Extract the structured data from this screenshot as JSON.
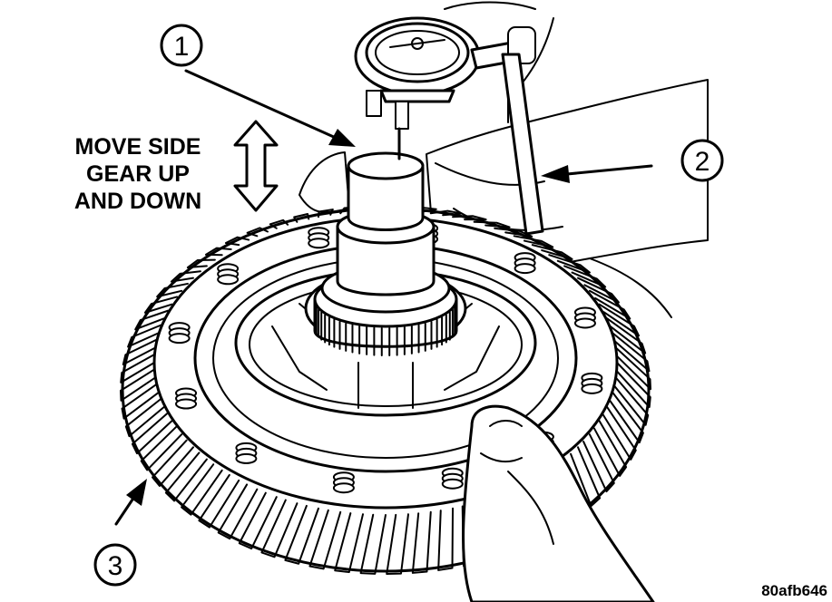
{
  "diagram": {
    "instruction_lines": [
      "MOVE SIDE",
      "GEAR UP",
      "AND DOWN"
    ],
    "callouts": [
      {
        "id": "callout-1",
        "label": "1"
      },
      {
        "id": "callout-2",
        "label": "2"
      },
      {
        "id": "callout-3",
        "label": "3"
      }
    ],
    "figure_code": "80afb646",
    "colors": {
      "ink": "#000000",
      "paper": "#ffffff"
    }
  }
}
